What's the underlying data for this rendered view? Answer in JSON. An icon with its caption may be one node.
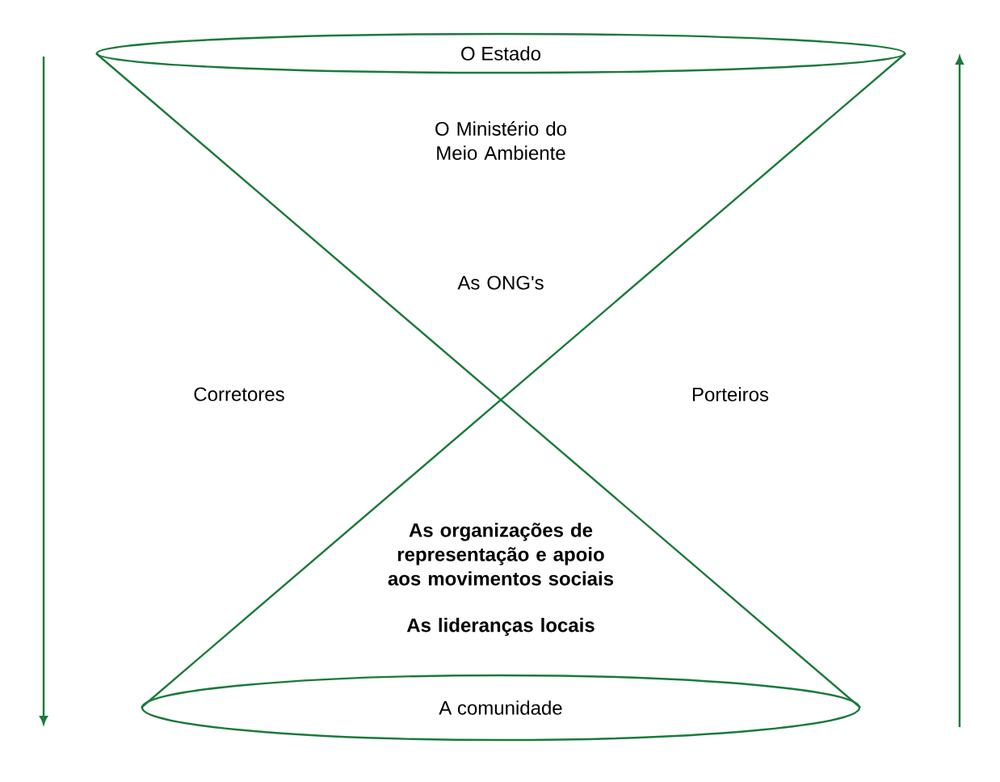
{
  "diagram": {
    "nodes": [
      {
        "text": [
          "O Estado"
        ]
      },
      {
        "text": [
          "A comunidade"
        ]
      }
    ],
    "edges": [
      {
        "from": 0,
        "to": 1,
        "arrow": "none"
      },
      {
        "from": 1,
        "to": 0,
        "arrow": "none"
      }
    ],
    "labels": [
      "O Ministério do Meio Ambiente",
      "As ONG's",
      "Corretores",
      "Porteiros",
      "As organizações de representação e apoio aos movimentos sociais",
      "As lideranças locais"
    ]
  }
}
